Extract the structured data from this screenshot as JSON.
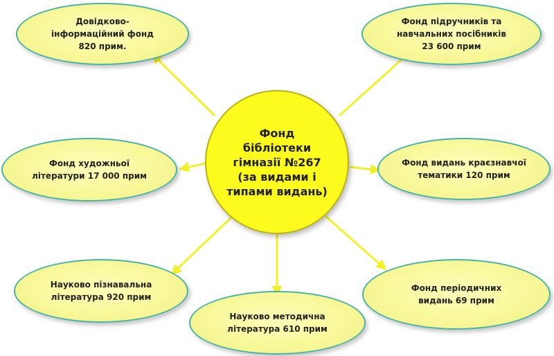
{
  "colors": {
    "arrow": "#f4f028",
    "center_fill": "#fdfa1d",
    "node_fill": "#f8f89a",
    "node_border": "#46b3a6"
  },
  "center": {
    "label": "Фонд\nбібліотеки\nгімназії №267\n(за видами і\nтипами видань)"
  },
  "nodes": [
    {
      "id": "reference",
      "label": "Довідково-\nінформаційний фонд\n820 прим."
    },
    {
      "id": "textbooks",
      "label": "Фонд підручників та\nнавчальних посібників\n23 600 прим"
    },
    {
      "id": "fiction",
      "label": "Фонд художньої\nлітератури 17 000 прим"
    },
    {
      "id": "local-history",
      "label": "Фонд видань краєзнавчої\nтематики 120 прим"
    },
    {
      "id": "popular-science",
      "label": "Науково пізнавальна\nлітература  920 прим"
    },
    {
      "id": "periodicals",
      "label": "Фонд періодичних\nвидань  69 прим"
    },
    {
      "id": "methodical",
      "label": "Науково методична\nлітература  610 прим"
    }
  ]
}
